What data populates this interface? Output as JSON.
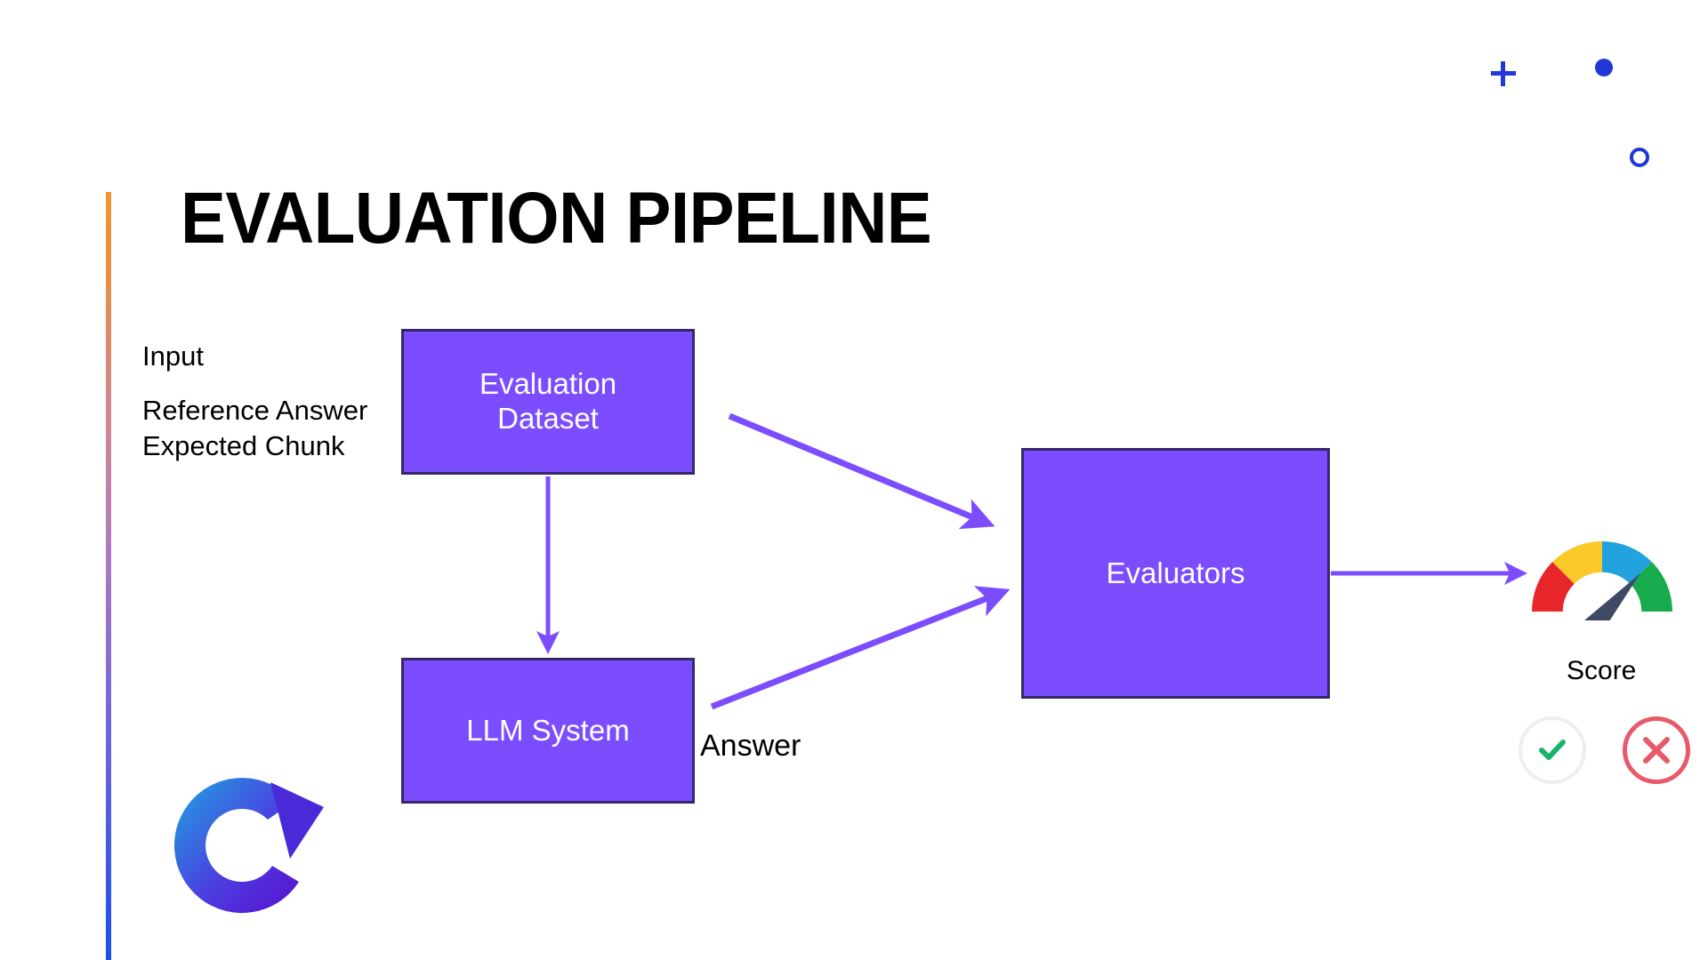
{
  "slide": {
    "title": "EVALUATION PIPELINE",
    "background_color": "#ffffff",
    "accent_bar_colors": [
      "#f0952f",
      "#d2868f",
      "#8f6fd0",
      "#1a4ef0"
    ]
  },
  "inputs": {
    "heading": "Input",
    "items": [
      "Reference Answer",
      "Expected Chunk"
    ]
  },
  "nodes": [
    {
      "id": "evaluation-dataset",
      "label": "Evaluation\nDataset",
      "fill": "#7c4dff",
      "border": "#35276b"
    },
    {
      "id": "llm-system",
      "label": "LLM System",
      "fill": "#7c4dff",
      "border": "#35276b"
    },
    {
      "id": "evaluators",
      "label": "Evaluators",
      "fill": "#7c4dff",
      "border": "#35276b"
    }
  ],
  "node_labels": {
    "evaluation_dataset_line1": "Evaluation",
    "evaluation_dataset_line2": "Dataset",
    "llm_system": "LLM System",
    "evaluators": "Evaluators"
  },
  "edges": [
    {
      "from": "evaluation-dataset",
      "to": "llm-system",
      "label": "",
      "color": "#7c4dff"
    },
    {
      "from": "evaluation-dataset",
      "to": "evaluators",
      "label": "",
      "color": "#7c4dff"
    },
    {
      "from": "llm-system",
      "to": "evaluators",
      "label": "Answer",
      "color": "#7c4dff"
    },
    {
      "from": "evaluators",
      "to": "score-gauge",
      "label": "",
      "color": "#7c4dff"
    }
  ],
  "edge_labels": {
    "answer": "Answer"
  },
  "output": {
    "score_label": "Score",
    "gauge_segments": [
      {
        "name": "red",
        "color": "#e8262a"
      },
      {
        "name": "yellow",
        "color": "#fbc82a"
      },
      {
        "name": "blue",
        "color": "#22a3dd"
      },
      {
        "name": "green",
        "color": "#18ab4e"
      }
    ],
    "gauge_needle_color": "#3e4a63",
    "status": [
      {
        "name": "pass",
        "glyph": "check",
        "color": "#18b26b",
        "ring": "#eceef0"
      },
      {
        "name": "fail",
        "glyph": "cross",
        "color": "#e8596a",
        "ring": "#e8596a"
      }
    ]
  },
  "decorations": [
    {
      "name": "plus-mark",
      "color": "#2137d8"
    },
    {
      "name": "dot-mark",
      "color": "#2137d8"
    },
    {
      "name": "circle-mark",
      "color": "#2137d8"
    }
  ],
  "refresh_icon": {
    "name": "refresh-cycle-icon",
    "gradient_from": "#1fa5e0",
    "gradient_to": "#5b0fcf"
  }
}
